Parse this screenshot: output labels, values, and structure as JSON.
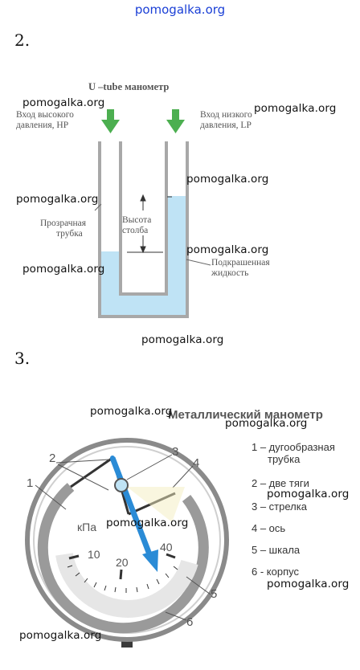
{
  "watermark_top": "pomogalka.org",
  "watermark": "pomogalka.org",
  "section2": {
    "number": "2.",
    "title": "U –tube манометр",
    "label_hp_line1": "Вход высокого",
    "label_hp_line2": "давления, HP",
    "label_lp_line1": "Вход низкого",
    "label_lp_line2": "давления, LP",
    "label_tube_line1": "Прозрачная",
    "label_tube_line2": "трубка",
    "label_height_line1": "Высота",
    "label_height_line2": "столба",
    "label_liquid_line1": "Подкрашенная",
    "label_liquid_line2": "жидкость",
    "colors": {
      "liquid": "#bfe3f5",
      "arrow": "#4caf50",
      "wall": "#b0b0b0"
    }
  },
  "section3": {
    "number": "3.",
    "title": "Металлический манометр",
    "unit": "кПа",
    "scale_labels": [
      "10",
      "20",
      "40"
    ],
    "callouts": [
      "1",
      "2",
      "3",
      "4",
      "5",
      "6"
    ],
    "legend": [
      {
        "n": "1",
        "line1": "1 – дугообразная",
        "line2": "трубка"
      },
      {
        "n": "2",
        "line1": "2 – две тяги",
        "line2": ""
      },
      {
        "n": "3",
        "line1": "3 – стрелка",
        "line2": ""
      },
      {
        "n": "4",
        "line1": "4 – ось",
        "line2": ""
      },
      {
        "n": "5",
        "line1": "5 – шкала",
        "line2": ""
      },
      {
        "n": "6",
        "line1": "6 - корпус",
        "line2": ""
      }
    ],
    "colors": {
      "needle": "#2a8bd6",
      "tube": "#9a9a9a",
      "bezel": "#8a8a8a"
    }
  }
}
